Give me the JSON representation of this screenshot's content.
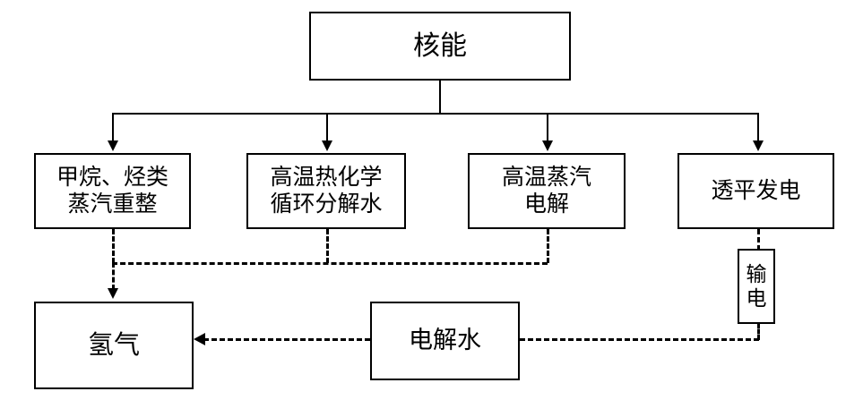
{
  "diagram": {
    "title_text": "",
    "stroke_color": "#000000",
    "background_color": "#ffffff",
    "nodes": {
      "nuclear": {
        "label": "核能"
      },
      "reforming": {
        "line1": "甲烷、烃类",
        "line2": "蒸汽重整"
      },
      "thermochem": {
        "line1": "高温热化学",
        "line2": "循环分解水"
      },
      "steam_electrolysis": {
        "line1": "高温蒸汽",
        "line2": "电解"
      },
      "turbine": {
        "label": "透平发电"
      },
      "transmission": {
        "char1": "输",
        "char2": "电"
      },
      "hydrogen": {
        "label": "氢气"
      },
      "water_electrolysis": {
        "label": "电解水"
      }
    },
    "edges": [
      {
        "from": "nuclear",
        "to": "reforming",
        "style": "solid",
        "arrow": "down"
      },
      {
        "from": "nuclear",
        "to": "thermochem",
        "style": "solid",
        "arrow": "down"
      },
      {
        "from": "nuclear",
        "to": "steam_electrolysis",
        "style": "solid",
        "arrow": "down"
      },
      {
        "from": "nuclear",
        "to": "turbine",
        "style": "solid",
        "arrow": "down"
      },
      {
        "from": "reforming",
        "to": "hydrogen",
        "style": "dashed",
        "arrow": "down"
      },
      {
        "from": "thermochem",
        "to": "hydrogen",
        "style": "dashed",
        "arrow": "down"
      },
      {
        "from": "steam_electrolysis",
        "to": "hydrogen",
        "style": "dashed",
        "arrow": "down"
      },
      {
        "from": "turbine",
        "to": "transmission",
        "style": "dashed",
        "arrow": "none"
      },
      {
        "from": "transmission",
        "to": "water_electrolysis",
        "style": "dashed",
        "arrow": "none"
      },
      {
        "from": "water_electrolysis",
        "to": "hydrogen",
        "style": "dashed",
        "arrow": "left"
      }
    ]
  }
}
